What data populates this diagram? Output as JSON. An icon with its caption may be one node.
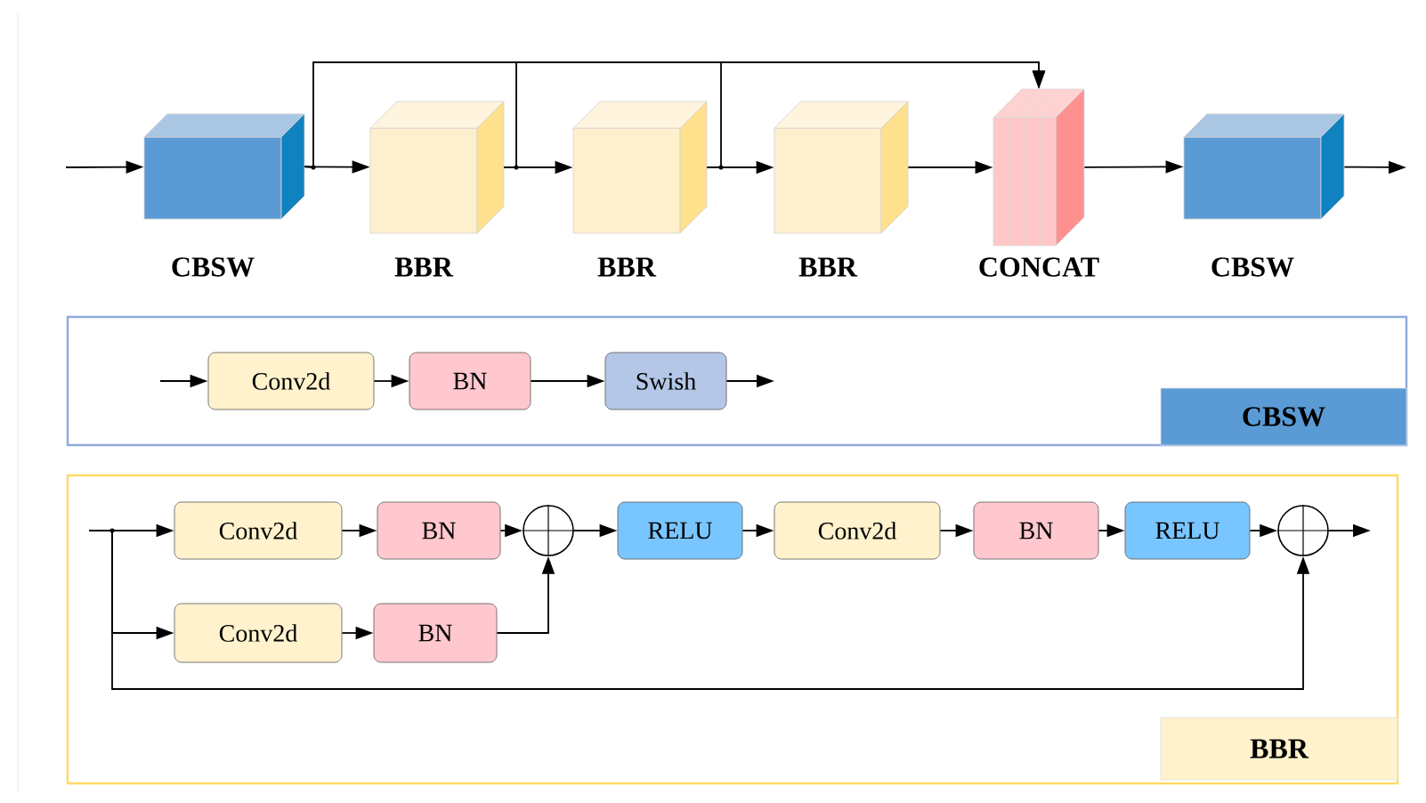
{
  "diagram": {
    "nodes": [
      {
        "text": [
          "CBSW"
        ]
      },
      {
        "text": [
          "BBR"
        ]
      },
      {
        "text": [
          "BBR"
        ]
      },
      {
        "text": [
          "BBR"
        ]
      },
      {
        "text": [
          "CONCAT"
        ]
      },
      {
        "text": [
          "CBSW"
        ]
      },
      {
        "text": [],
        "shape": "box"
      },
      {
        "text": [
          "CBSW"
        ],
        "in": 6
      },
      {
        "text": [
          "Conv2d"
        ],
        "in": 6
      },
      {
        "text": [
          "BN"
        ],
        "in": 6
      },
      {
        "text": [
          "Swish"
        ],
        "in": 6
      },
      {
        "text": [],
        "shape": "box"
      },
      {
        "text": [
          "BBR"
        ],
        "in": 11
      },
      {
        "text": [
          "Conv2d"
        ],
        "in": 11
      },
      {
        "text": [
          "BN"
        ],
        "in": 11
      },
      {
        "text": [],
        "shape": "circle",
        "in": 11
      },
      {
        "text": [
          "RELU"
        ],
        "in": 11
      },
      {
        "text": [
          "Conv2d"
        ],
        "in": 11
      },
      {
        "text": [
          "BN"
        ],
        "in": 11
      },
      {
        "text": [
          "RELU"
        ],
        "in": 11
      },
      {
        "text": [],
        "shape": "circle",
        "in": 11
      },
      {
        "text": [
          "Conv2d"
        ],
        "in": 11
      },
      {
        "text": [
          "BN"
        ],
        "in": 11
      }
    ],
    "edges": [
      {
        "from": null,
        "to": 0,
        "arrow": "to"
      },
      {
        "from": 0,
        "to": 1,
        "arrow": "to"
      },
      {
        "from": 1,
        "to": 2,
        "arrow": "to"
      },
      {
        "from": 2,
        "to": 3,
        "arrow": "to"
      },
      {
        "from": 3,
        "to": 4,
        "arrow": "to"
      },
      {
        "from": 4,
        "to": 5,
        "arrow": "to"
      },
      {
        "from": 5,
        "to": null,
        "arrow": "to"
      },
      {
        "from": 0,
        "to": 4,
        "arrow": "to"
      },
      {
        "from": 1,
        "to": 4,
        "arrow": "to"
      },
      {
        "from": 2,
        "to": 4,
        "arrow": "to"
      },
      {
        "from": null,
        "to": 8,
        "arrow": "to"
      },
      {
        "from": 8,
        "to": 9,
        "arrow": "to"
      },
      {
        "from": 9,
        "to": 10,
        "arrow": "to"
      },
      {
        "from": 10,
        "to": null,
        "arrow": "to"
      },
      {
        "from": null,
        "to": 13,
        "arrow": "to"
      },
      {
        "from": null,
        "to": 21,
        "arrow": "to"
      },
      {
        "from": null,
        "to": 20,
        "arrow": "to"
      },
      {
        "from": 13,
        "to": 14,
        "arrow": "to"
      },
      {
        "from": 14,
        "to": 15,
        "arrow": "to"
      },
      {
        "from": 15,
        "to": 16,
        "arrow": "to"
      },
      {
        "from": 16,
        "to": 17,
        "arrow": "to"
      },
      {
        "from": 17,
        "to": 18,
        "arrow": "to"
      },
      {
        "from": 18,
        "to": 19,
        "arrow": "to"
      },
      {
        "from": 19,
        "to": 20,
        "arrow": "to"
      },
      {
        "from": 20,
        "to": null,
        "arrow": "to"
      },
      {
        "from": 21,
        "to": 22,
        "arrow": "to"
      },
      {
        "from": 22,
        "to": 15,
        "arrow": "to"
      }
    ]
  }
}
